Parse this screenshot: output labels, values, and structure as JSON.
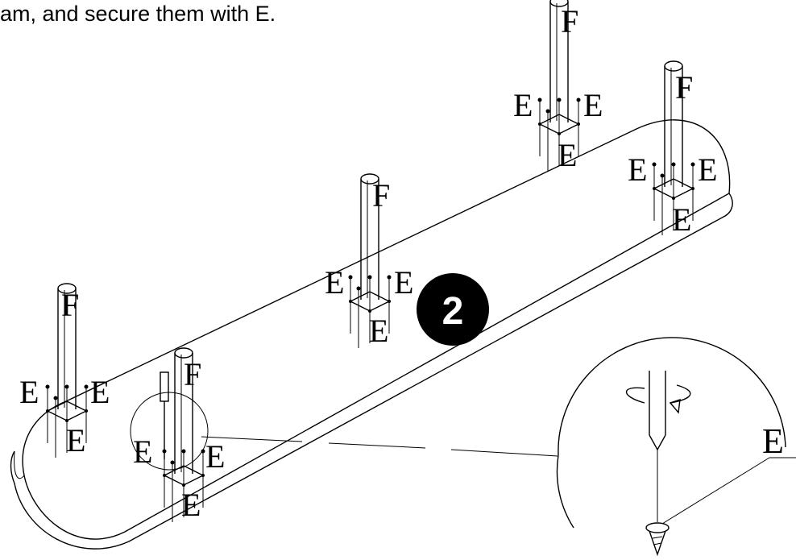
{
  "instruction": "am, and secure them with E.",
  "step_number": "2",
  "labels": {
    "leg": "F",
    "screw": "E"
  },
  "detail": {
    "screw_label": "E"
  }
}
